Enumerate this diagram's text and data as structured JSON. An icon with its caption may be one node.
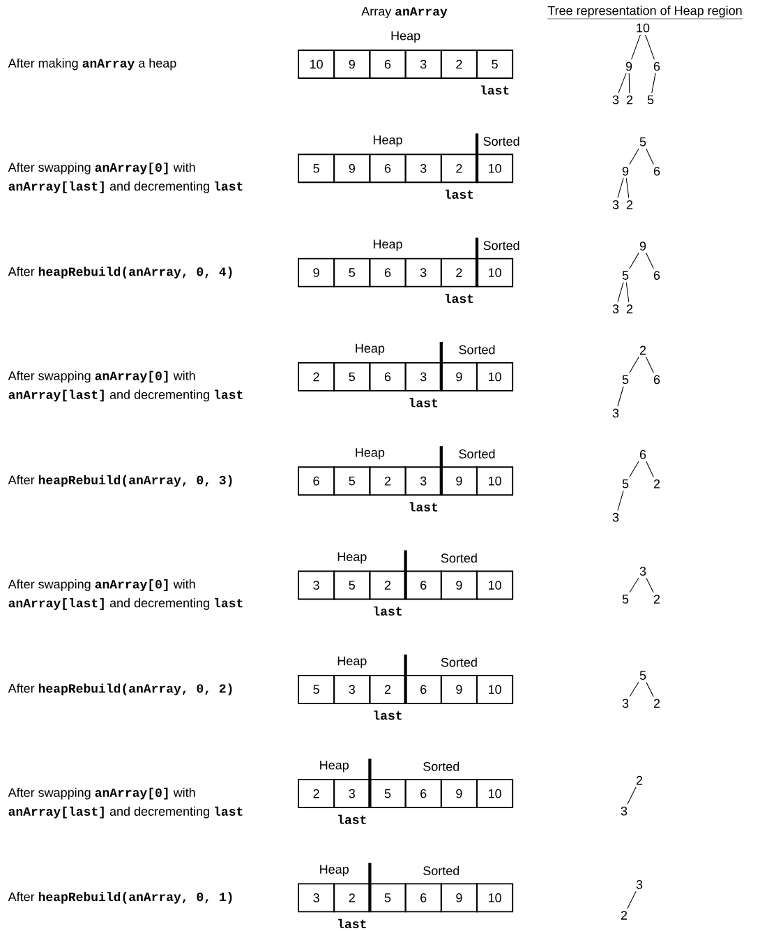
{
  "diagram": {
    "nodes": [
      {
        "text": [
          "10"
        ]
      },
      {
        "text": [
          "9"
        ]
      },
      {
        "text": [
          "6"
        ]
      },
      {
        "text": [
          "3"
        ]
      },
      {
        "text": [
          "2"
        ]
      },
      {
        "text": [
          "5"
        ]
      },
      {
        "text": [
          "10"
        ]
      },
      {
        "text": [
          "9"
        ]
      },
      {
        "text": [
          "6"
        ]
      },
      {
        "text": [
          "3"
        ]
      },
      {
        "text": [
          "2"
        ]
      },
      {
        "text": [
          "5"
        ]
      },
      {
        "text": [
          "5"
        ]
      },
      {
        "text": [
          "9"
        ]
      },
      {
        "text": [
          "6"
        ]
      },
      {
        "text": [
          "3"
        ]
      },
      {
        "text": [
          "2"
        ]
      },
      {
        "text": [
          "10"
        ]
      },
      {
        "text": [
          "5"
        ]
      },
      {
        "text": [
          "9"
        ]
      },
      {
        "text": [
          "6"
        ]
      },
      {
        "text": [
          "3"
        ]
      },
      {
        "text": [
          "2"
        ]
      },
      {
        "text": [
          "9"
        ]
      },
      {
        "text": [
          "5"
        ]
      },
      {
        "text": [
          "6"
        ]
      },
      {
        "text": [
          "3"
        ]
      },
      {
        "text": [
          "2"
        ]
      },
      {
        "text": [
          "10"
        ]
      },
      {
        "text": [
          "9"
        ]
      },
      {
        "text": [
          "5"
        ]
      },
      {
        "text": [
          "6"
        ]
      },
      {
        "text": [
          "3"
        ]
      },
      {
        "text": [
          "2"
        ]
      },
      {
        "text": [
          "2"
        ]
      },
      {
        "text": [
          "5"
        ]
      },
      {
        "text": [
          "6"
        ]
      },
      {
        "text": [
          "3"
        ]
      },
      {
        "text": [
          "9"
        ]
      },
      {
        "text": [
          "10"
        ]
      },
      {
        "text": [
          "2"
        ]
      },
      {
        "text": [
          "5"
        ]
      },
      {
        "text": [
          "6"
        ]
      },
      {
        "text": [
          "3"
        ]
      },
      {
        "text": [
          "6"
        ]
      },
      {
        "text": [
          "5"
        ]
      },
      {
        "text": [
          "2"
        ]
      },
      {
        "text": [
          "3"
        ]
      },
      {
        "text": [
          "9"
        ]
      },
      {
        "text": [
          "10"
        ]
      },
      {
        "text": [
          "6"
        ]
      },
      {
        "text": [
          "5"
        ]
      },
      {
        "text": [
          "2"
        ]
      },
      {
        "text": [
          "3"
        ]
      },
      {
        "text": [
          "3"
        ]
      },
      {
        "text": [
          "5"
        ]
      },
      {
        "text": [
          "2"
        ]
      },
      {
        "text": [
          "6"
        ]
      },
      {
        "text": [
          "9"
        ]
      },
      {
        "text": [
          "10"
        ]
      },
      {
        "text": [
          "3"
        ]
      },
      {
        "text": [
          "5"
        ]
      },
      {
        "text": [
          "2"
        ]
      },
      {
        "text": [
          "5"
        ]
      },
      {
        "text": [
          "3"
        ]
      },
      {
        "text": [
          "2"
        ]
      },
      {
        "text": [
          "6"
        ]
      },
      {
        "text": [
          "9"
        ]
      },
      {
        "text": [
          "10"
        ]
      },
      {
        "text": [
          "5"
        ]
      },
      {
        "text": [
          "3"
        ]
      },
      {
        "text": [
          "2"
        ]
      },
      {
        "text": [
          "2"
        ]
      },
      {
        "text": [
          "3"
        ]
      },
      {
        "text": [
          "5"
        ]
      },
      {
        "text": [
          "6"
        ]
      },
      {
        "text": [
          "9"
        ]
      },
      {
        "text": [
          "10"
        ]
      },
      {
        "text": [
          "2"
        ]
      },
      {
        "text": [
          "3"
        ]
      },
      {
        "text": [
          "3"
        ]
      },
      {
        "text": [
          "2"
        ]
      },
      {
        "text": [
          "5"
        ]
      },
      {
        "text": [
          "6"
        ]
      },
      {
        "text": [
          "9"
        ]
      },
      {
        "text": [
          "10"
        ]
      },
      {
        "text": [
          "3"
        ]
      },
      {
        "text": [
          "2"
        ]
      }
    ],
    "edges": [
      {
        "from": 6,
        "to": 7,
        "arrow": "none"
      },
      {
        "from": 6,
        "to": 8,
        "arrow": "none"
      },
      {
        "from": 7,
        "to": 9,
        "arrow": "none"
      },
      {
        "from": 7,
        "to": 10,
        "arrow": "none"
      },
      {
        "from": 8,
        "to": 11,
        "arrow": "none"
      },
      {
        "from": 18,
        "to": 19,
        "arrow": "none"
      },
      {
        "from": 18,
        "to": 20,
        "arrow": "none"
      },
      {
        "from": 19,
        "to": 21,
        "arrow": "none"
      },
      {
        "from": 19,
        "to": 22,
        "arrow": "none"
      },
      {
        "from": 29,
        "to": 30,
        "arrow": "none"
      },
      {
        "from": 29,
        "to": 31,
        "arrow": "none"
      },
      {
        "from": 30,
        "to": 32,
        "arrow": "none"
      },
      {
        "from": 30,
        "to": 33,
        "arrow": "none"
      },
      {
        "from": 40,
        "to": 41,
        "arrow": "none"
      },
      {
        "from": 40,
        "to": 42,
        "arrow": "none"
      },
      {
        "from": 41,
        "to": 43,
        "arrow": "none"
      },
      {
        "from": 50,
        "to": 51,
        "arrow": "none"
      },
      {
        "from": 50,
        "to": 52,
        "arrow": "none"
      },
      {
        "from": 51,
        "to": 53,
        "arrow": "none"
      },
      {
        "from": 60,
        "to": 61,
        "arrow": "none"
      },
      {
        "from": 60,
        "to": 62,
        "arrow": "none"
      },
      {
        "from": 69,
        "to": 70,
        "arrow": "none"
      },
      {
        "from": 69,
        "to": 71,
        "arrow": "none"
      },
      {
        "from": 78,
        "to": 79,
        "arrow": "none"
      },
      {
        "from": 86,
        "to": 87,
        "arrow": "none"
      }
    ],
    "labels": [
      "Array",
      "anArray",
      "Tree representation of Heap region",
      "Heap",
      "After making",
      "anArray",
      "a heap",
      "last",
      "Heap",
      "Sorted",
      "After swapping",
      "anArray[0]",
      "with",
      "anArray[last]",
      "and decrementing",
      "last",
      "last",
      "Heap",
      "Sorted",
      "After",
      "heapRebuild(anArray, 0, 4)",
      "last",
      "Heap",
      "Sorted",
      "After swapping",
      "anArray[0]",
      "with",
      "anArray[last]",
      "and decrementing",
      "last",
      "last",
      "Heap",
      "Sorted",
      "After",
      "heapRebuild(anArray, 0, 3)",
      "last",
      "Heap",
      "Sorted",
      "After swapping",
      "anArray[0]",
      "with",
      "anArray[last]",
      "and decrementing",
      "last",
      "last",
      "Heap",
      "Sorted",
      "After",
      "heapRebuild(anArray, 0, 2)",
      "last",
      "Heap",
      "Sorted",
      "After swapping",
      "anArray[0]",
      "with",
      "anArray[last]",
      "and decrementing",
      "last",
      "last",
      "Heap",
      "Sorted",
      "After",
      "heapRebuild(anArray, 0, 1)",
      "last"
    ]
  }
}
